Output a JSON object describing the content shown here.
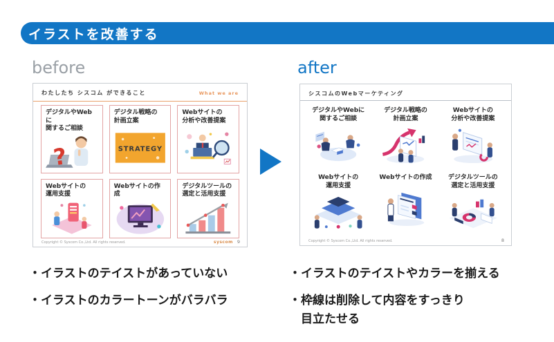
{
  "header": {
    "title": "イラストを改善する"
  },
  "labels": {
    "before": "before",
    "after": "after"
  },
  "before_slide": {
    "title": "わたしたち シスコム ができること",
    "title_en": "What we are",
    "cards": [
      {
        "title": "デジタルやWebに\n関するご相談"
      },
      {
        "title": "デジタル戦略の\n計画立案",
        "banner": "STRATEGY"
      },
      {
        "title": "Webサイトの\n分析や改善提案"
      },
      {
        "title": "Webサイトの\n運用支援"
      },
      {
        "title": "Webサイトの作成"
      },
      {
        "title": "デジタルツールの\n選定と活用支援"
      }
    ],
    "footer": {
      "copyright": "Copyright © Syscom Co.,Ltd. All rights reserved.",
      "logo": "syscom",
      "page": "9"
    }
  },
  "after_slide": {
    "title": "シスコムのWebマーケティング",
    "cards": [
      {
        "title": "デジタルやWebに\n関するご相談"
      },
      {
        "title": "デジタル戦略の\n計画立案"
      },
      {
        "title": "Webサイトの\n分析や改善提案"
      },
      {
        "title": "Webサイトの\n運用支援"
      },
      {
        "title": "Webサイトの作成"
      },
      {
        "title": "デジタルツールの\n選定と活用支援"
      }
    ],
    "footer": {
      "copyright": "Copyright © Syscom Co.,Ltd. All rights reserved.",
      "page": "8"
    }
  },
  "notes": {
    "bullet": "・",
    "before": [
      "イラストのテイストがあっていない",
      "イラストのカラートーンがバラバラ"
    ],
    "after": [
      "イラストのテイストやカラーを揃える",
      "枠線は削除して内容をすっきり\n目立たせる"
    ]
  },
  "colors": {
    "accent_blue": "#1276c5",
    "before_label_gray": "#9aa0a6",
    "before_card_border": "#e2a3a3",
    "before_header_line": "#e8a06a",
    "strategy_orange": "#f2a52e",
    "after_navy": "#2a3e6e",
    "after_blue": "#4f7ad0",
    "after_pink": "#d6336c"
  }
}
